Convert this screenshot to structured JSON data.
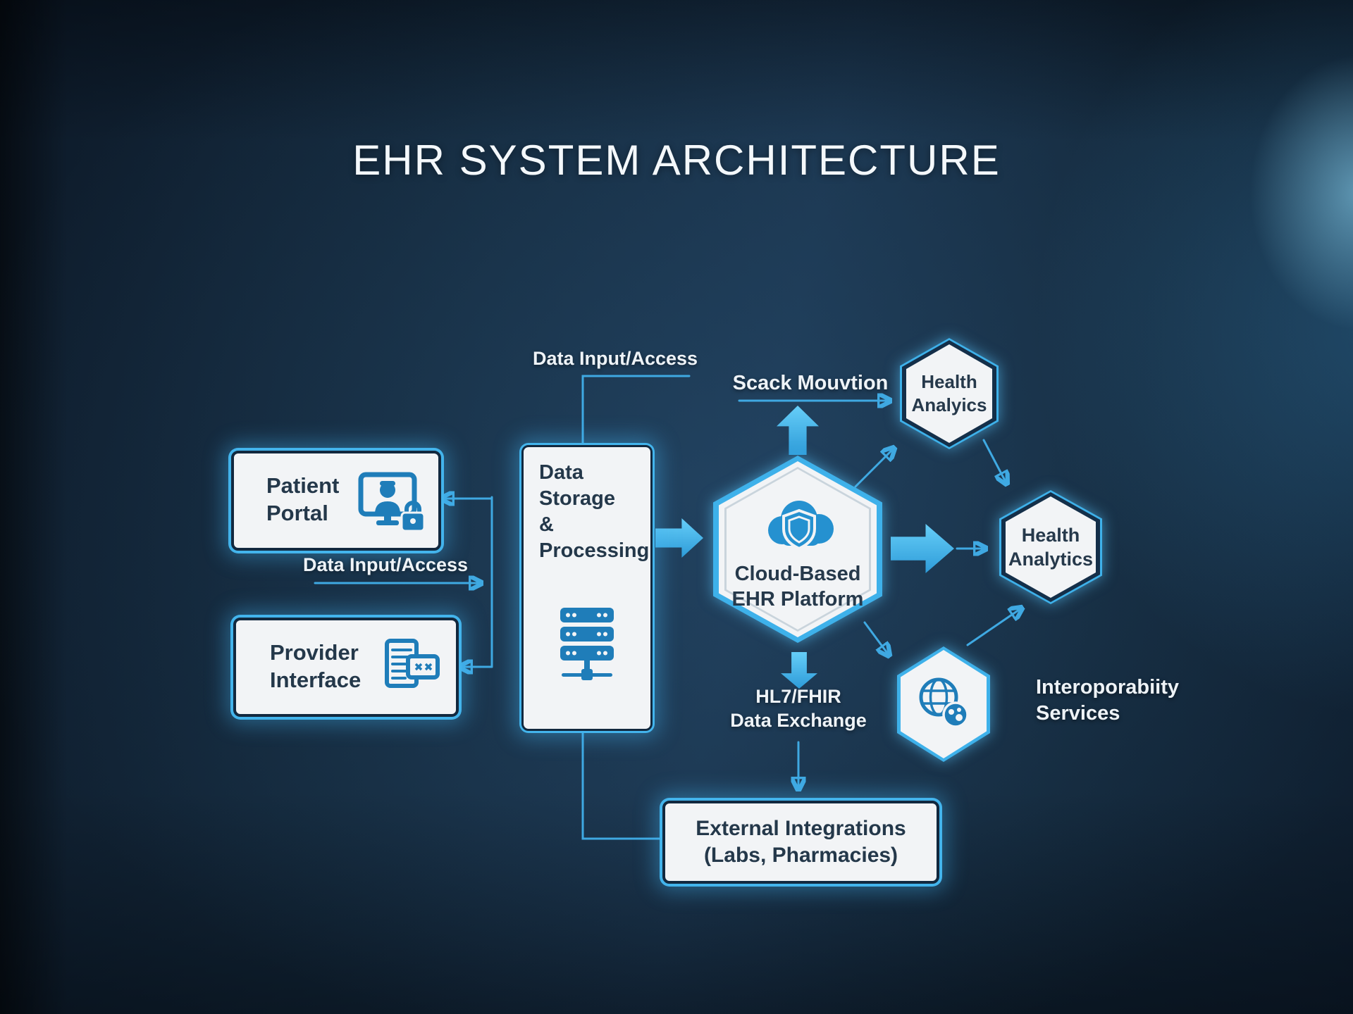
{
  "title": "EHR SYSTEM ARCHITECTURE",
  "colors": {
    "background": "#14293c",
    "accent_cyan": "#43b4ec",
    "connector_line": "#3fa9e2",
    "icon_blue": "#1f7db9",
    "node_fill": "#f2f4f6",
    "node_border_dark": "#12293f",
    "text_dark": "#24384a",
    "text_light": "#eef3f7"
  },
  "nodes": {
    "patient_portal": {
      "lines": [
        "Patient",
        "Portal"
      ],
      "icon": "patient-monitor-lock-icon"
    },
    "provider_interface": {
      "lines": [
        "Provider",
        "Interface"
      ],
      "icon": "document-card-icon"
    },
    "data_storage": {
      "lines": [
        "Data Storage",
        "& Processing"
      ],
      "icon": "server-stack-icon"
    },
    "cloud_platform": {
      "lines": [
        "Cloud-Based",
        "EHR Platform"
      ],
      "icon": "cloud-shield-icon"
    },
    "health_analytics_top": {
      "lines": [
        "Health",
        "Analyics"
      ]
    },
    "health_analytics_right": {
      "lines": [
        "Health",
        "Analytics"
      ]
    },
    "interoperability": {
      "icon": "globe-icon"
    },
    "external_integrations": {
      "lines": [
        "External Integrations",
        "(Labs, Pharmacies)"
      ]
    }
  },
  "connectors": {
    "data_input_top": "Data Input/Access",
    "data_input_mid": "Data Input/Access",
    "stack_motion": "Scack Mouvtion",
    "hl7": {
      "lines": [
        "HL7/FHIR",
        "Data Exchange"
      ]
    },
    "interop_label": {
      "lines": [
        "Interoporabiity",
        "Services"
      ]
    }
  }
}
